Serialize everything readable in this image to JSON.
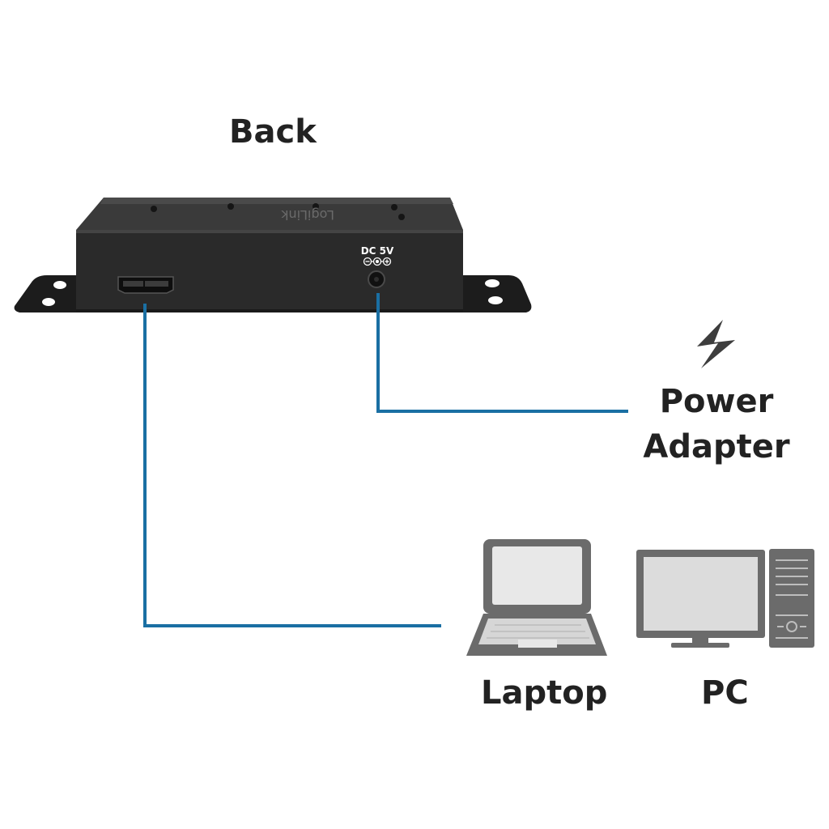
{
  "title": "Back",
  "device": {
    "logo_text": "LogiLink",
    "dc_label": "DC 5V",
    "ports": [
      "usb-micro-b-port",
      "dc-power-jack"
    ]
  },
  "power": {
    "line1": "Power",
    "line2": "Adapter",
    "icon": "lightning-bolt-icon"
  },
  "devices": {
    "laptop_label": "Laptop",
    "pc_label": "PC",
    "laptop_icon": "laptop-icon",
    "pc_icon": "desktop-pc-icon"
  },
  "colors": {
    "cable": "#1a6fa3",
    "device_body": "#2a2a2a",
    "icon_gray": "#6b6b6b",
    "text": "#222222"
  }
}
